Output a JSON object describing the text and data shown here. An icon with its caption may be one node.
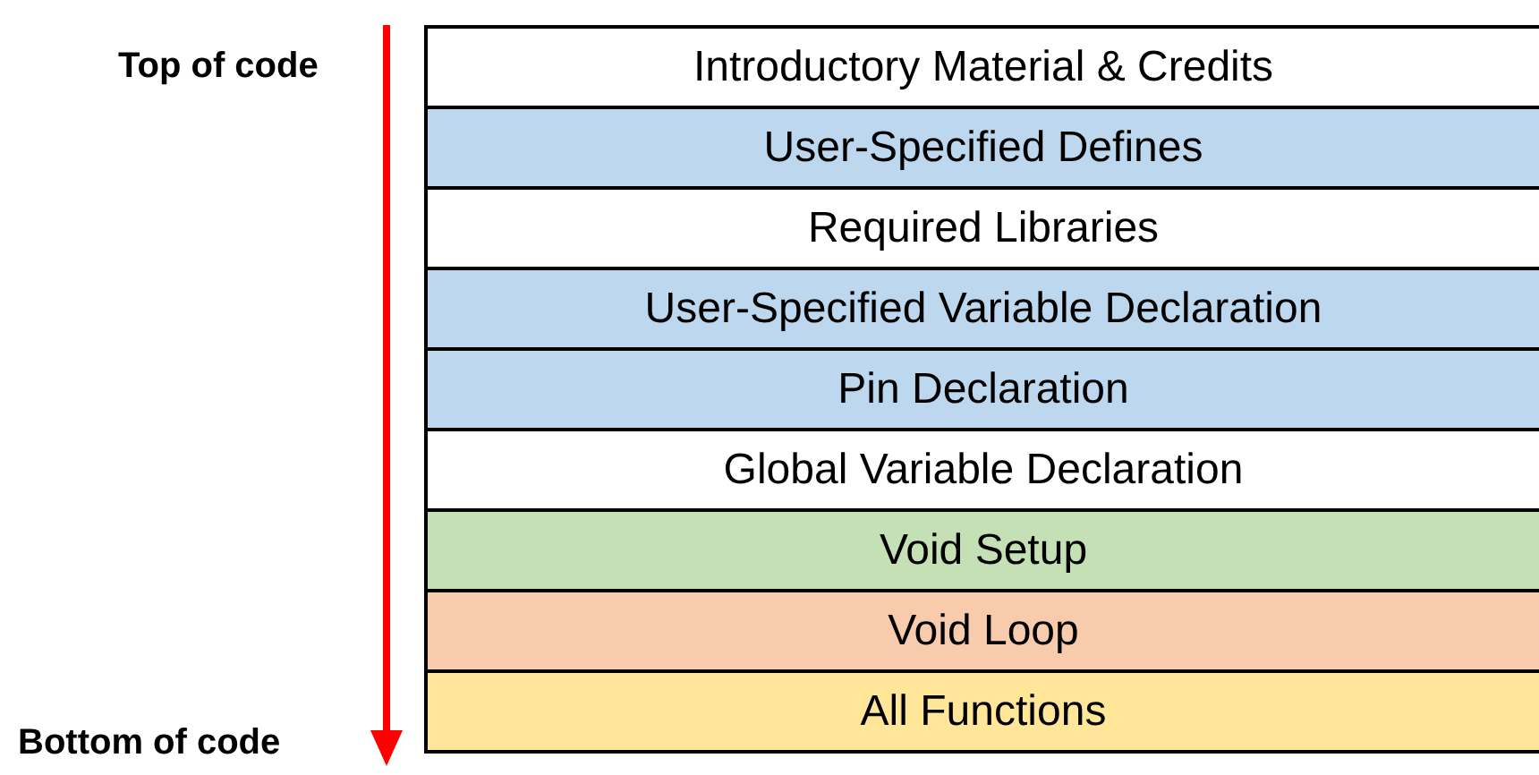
{
  "diagram": {
    "nodes": [
      {
        "text": [
          "Introductory Material & Credits"
        ]
      },
      {
        "text": [
          "User-Specified Defines"
        ]
      },
      {
        "text": [
          "Required Libraries"
        ]
      },
      {
        "text": [
          "User-Specified Variable Declaration"
        ]
      },
      {
        "text": [
          "Pin Declaration"
        ]
      },
      {
        "text": [
          "Global Variable Declaration"
        ]
      },
      {
        "text": [
          "Void Setup"
        ]
      },
      {
        "text": [
          "Void Loop"
        ]
      },
      {
        "text": [
          "All Functions"
        ]
      }
    ],
    "labels": [
      "Top of code",
      "Bottom of code"
    ]
  }
}
